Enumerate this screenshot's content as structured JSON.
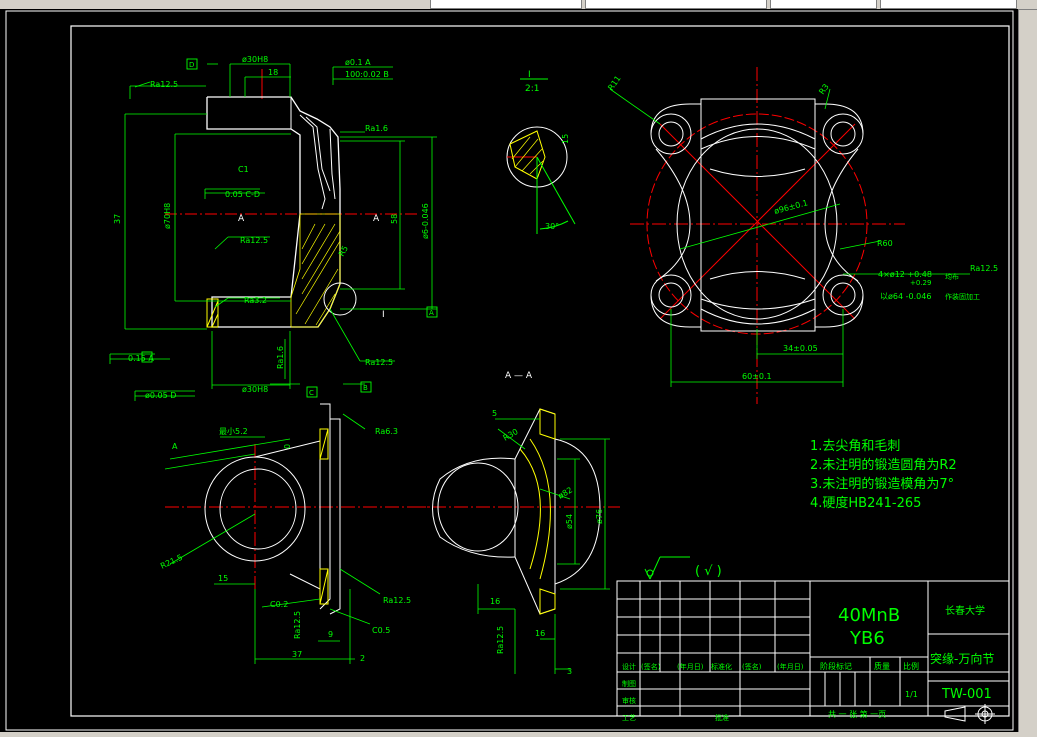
{
  "drawing": {
    "material": "40MnB",
    "standard": "YB6",
    "school": "长春大学",
    "part_name": "突缘-万向节",
    "drawing_no": "TW-001",
    "scale": "1/1",
    "sheet": "共 一 张 第 一页",
    "stage_label": "阶段标记",
    "weight_label": "质量",
    "scale_label": "比例",
    "rows": {
      "design": "设计",
      "sign1": "(签名)",
      "date1": "(年月日)",
      "std": "标准化",
      "sign2": "(签名)",
      "date2": "(年月日)",
      "draw": "制图",
      "review": "审核",
      "process": "工艺",
      "approve": "批准"
    }
  },
  "notes": [
    "1.去尖角和毛刺",
    "2.未注明的锻造圆角为R2",
    "3.未注明的锻造模角为7°",
    "4.硬度HB241-265"
  ],
  "section_labels": {
    "aa": "A — A",
    "detail_top": "I",
    "detail_bottom": "2:1",
    "A_left": "A",
    "A_right": "A",
    "I_mark": "I",
    "rough_sym": "( √ )"
  },
  "dims": {
    "d1": "Ra12.5",
    "d2": "ø30H8",
    "d3": "18",
    "d4": "ø0.1 A",
    "d5": "100:0.02 B",
    "d6": "Ra1.6",
    "d7": "C1",
    "d8": "0.05 C-D",
    "d9": "ø70H8",
    "d10": "37",
    "d11": "Ra12.5",
    "d12": "58",
    "d13": "ø6-0.046",
    "d14": "R5",
    "d15": "Ra3.2",
    "d16": "0.15 A",
    "d17": "Ra1.6",
    "d18": "Ra12.5",
    "d19": "ø0.05 D",
    "d20": "ø30H8",
    "d21": "15",
    "d22": "30°",
    "d23": "R11",
    "d24": "R3",
    "d25": "ø96±0.1",
    "d26": "R60",
    "d27": "4×ø12 +0.48",
    "d28": "+0.29",
    "d29": "均布",
    "d30": "Ra12.5",
    "d31": "以ø64 -0.046",
    "d32": "作装固加工",
    "d33": "34±0.05",
    "d34": "60±0.1",
    "d35": "最小5.2",
    "d36": "Ra6.3",
    "d37": "R21.5",
    "d38": "15",
    "d39": "C0.2",
    "d40": "Ra12.5",
    "d41": "Ra12.5",
    "d42": "C0.5",
    "d43": "9",
    "d44": "37",
    "d45": "2",
    "d46": "5",
    "d47": "R30",
    "d48": "ø82",
    "d49": "ø54",
    "d50": "ø76",
    "d51": "16",
    "d52": "Ra12.5",
    "d53": "16",
    "d54": "3",
    "d55": "0",
    "d56": "A"
  },
  "colors": {
    "frame": "#ffffff",
    "dim": "#00ff00",
    "center": "#ff0000",
    "body": "#ffffff",
    "hatch": "#ffff00",
    "text": "#00ff00",
    "title": "#00ff00",
    "outline": "#ffffff"
  }
}
